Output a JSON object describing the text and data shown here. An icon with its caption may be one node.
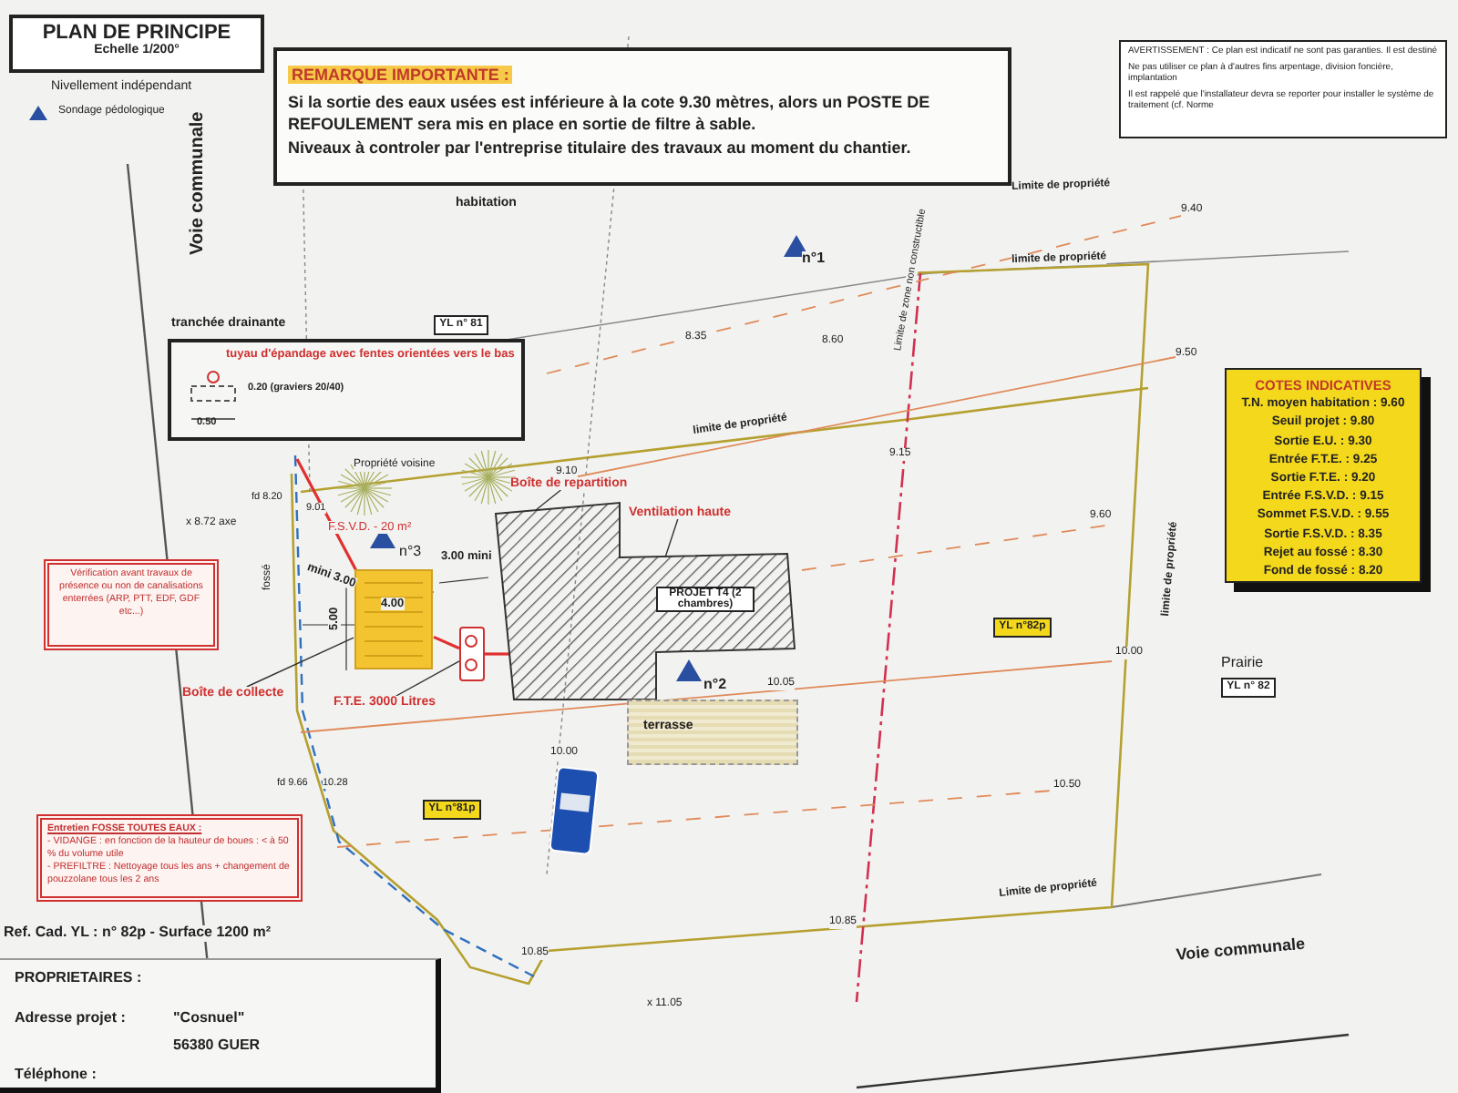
{
  "diagram": {
    "nodes": [
      {
        "text": [
          "PLAN DE PRINCIPE",
          "Echelle 1/200°"
        ]
      },
      {
        "text": [
          "REMARQUE IMPORTANTE :",
          "Si la sortie des eaux usées est inférieure à la cote 9.30 mètres, alors un POSTE DE REFOULEMENT sera mis en place en sortie de filtre à sable.",
          "Niveaux à controler par l'entreprise titulaire des travaux au moment du chantier."
        ]
      },
      {
        "text": [
          "AVERTISSEMENT : Ce plan est indicatif ne sont pas garanties. Il est destiné",
          "Ne pas utiliser ce plan à d'autres fins arpentage, division foncière, implantation",
          "Il est rappelé que l'installateur devra se reporter pour installer le système de traitement (cf. Norme"
        ]
      },
      {
        "text": [
          "tranchée drainante",
          "tuyau d'épandage avec fentes orientées vers le bas",
          "0.20 (graviers 20/40)",
          "0.50"
        ]
      },
      {
        "text": [
          "Vérification avant travaux de présence ou non de canalisations enterrées (ARP, PTT, EDF, GDF etc...)"
        ]
      },
      {
        "text": [
          "Entretien FOSSE TOUTES EAUX :",
          "- VIDANGE : en fonction de la hauteur de boues : < à 50 % du volume utile",
          "- PREFILTRE : Nettoyage tous les ans + changement de pouzzolane tous les 2 ans"
        ]
      },
      {
        "text": [
          "COTES INDICATIVES",
          "T.N. moyen habitation : 9.60",
          "Seuil projet : 9.80",
          "Sortie E.U. : 9.30",
          "Entrée F.T.E. : 9.25",
          "Sortie F.T.E. : 9.20",
          "Entrée F.S.V.D. : 9.15",
          "Sommet F.S.V.D. : 9.55",
          "Sortie F.S.V.D. : 8.35",
          "Rejet au fossé : 8.30",
          "Fond de fossé : 8.20"
        ]
      },
      {
        "text": [
          "YL n° 81"
        ]
      },
      {
        "text": [
          "PROJET T4 (2 chambres)"
        ]
      },
      {
        "text": [
          "terrasse"
        ]
      },
      {
        "text": [],
        "shape": "box",
        "beside": [
          "F.S.V.D. - 20 m²"
        ]
      },
      {
        "text": [],
        "shape": "box"
      },
      {
        "text": [
          "F.T.E. 3000 Litres"
        ]
      },
      {
        "text": [
          "Boîte de collecte"
        ]
      },
      {
        "text": [
          "Boîte de répartition"
        ]
      },
      {
        "text": [
          "Ventilation haute"
        ]
      },
      {
        "text": [
          "YL n°82p"
        ]
      },
      {
        "text": [
          "YL n° 82"
        ]
      },
      {
        "text": [
          "YL n°81p"
        ]
      },
      {
        "text": [
          "PROPRIETAIRES :",
          "Adresse projet :",
          "\"Cosnuel\"",
          "56380 GUER",
          "Téléphone :"
        ]
      }
    ],
    "edges": [
      {
        "from": 12,
        "to": 11,
        "arrow": "none"
      },
      {
        "from": 13,
        "to": 10,
        "arrow": "none"
      },
      {
        "from": 14,
        "to": 8,
        "arrow": "none"
      },
      {
        "from": 15,
        "to": 8,
        "arrow": "none"
      },
      {
        "from": 11,
        "to": 10,
        "arrow": "none",
        "color": "#e03030"
      },
      {
        "from": 8,
        "to": 11,
        "arrow": "none",
        "color": "#e03030"
      }
    ],
    "labels": [
      "Nivellement indépendant",
      "Voie communale",
      "habitation",
      "Limite de propriété",
      "n°1",
      "Limite de zone non constructible",
      "9.40",
      "limite de propriété",
      "8.35",
      "8.60",
      "9.50",
      "Propriété voisine",
      "9.10",
      "9.15",
      "limite de propriété",
      "fd 8.20",
      "9.01",
      "x 8.72 axe",
      "n°3",
      "mini 3.00",
      "4.00",
      "3.00 mini",
      "fossé",
      "5.00",
      "9.60",
      "limite de propriété",
      "Prairie",
      "n°2",
      "10.00",
      "10.05",
      "10.00",
      "fd 9.66",
      "10.28",
      "10.50",
      "10.85",
      "Limite de propriété",
      "10.85",
      "x 11.05",
      "Ref. Cad. YL : n° 82p - Surface 1200 m²",
      "Voie communale"
    ],
    "legend": [
      {
        "text": "Sondage pédologique"
      }
    ]
  }
}
